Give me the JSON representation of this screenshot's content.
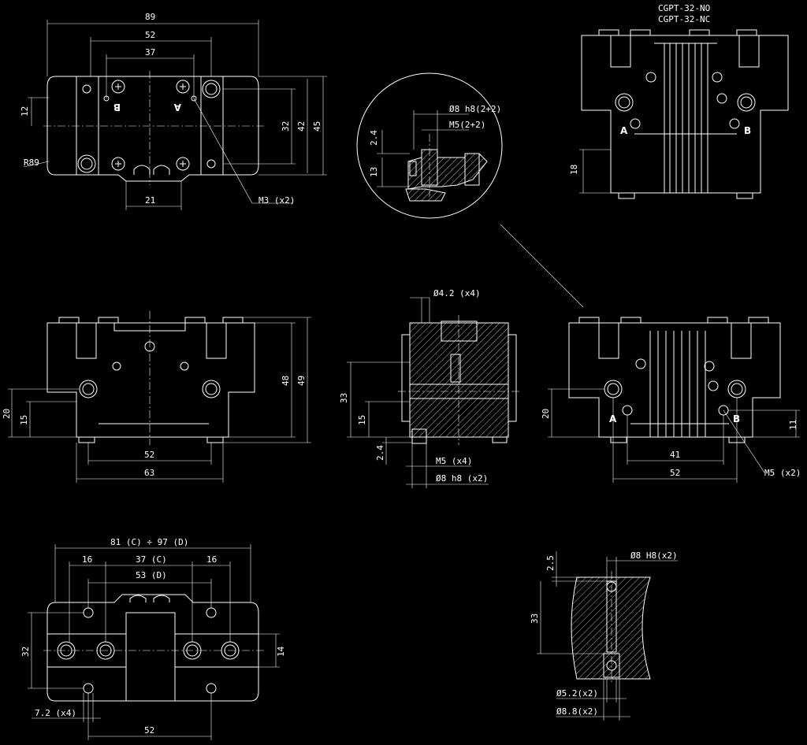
{
  "title_block": {
    "model_no": "CGPT-32-NO",
    "model_nc": "CGPT-32-NC"
  },
  "top_view": {
    "dim_89": "89",
    "dim_52": "52",
    "dim_37": "37",
    "dim_12": "12",
    "dim_32": "32",
    "dim_42": "42",
    "dim_45": "45",
    "dim_r89": "R89",
    "dim_21": "21",
    "callout_m3": "M3 (x2)",
    "port_a": "A",
    "port_b": "B"
  },
  "detail_view": {
    "dia_8_h8": "Ø8 h8(2+2)",
    "m5": "M5(2+2)",
    "dim_2_4": "2.4",
    "dim_13": "13"
  },
  "front_view": {
    "dim_20": "20",
    "dim_15": "15",
    "dim_48": "48",
    "dim_49": "49",
    "dim_52": "52",
    "dim_63": "63"
  },
  "side_section": {
    "dia_4_2": "Ø4.2 (x4)",
    "dim_33": "33",
    "dim_15": "15",
    "dim_2_4": "2.4",
    "m5": "M5 (x4)",
    "dia_8_h8": "Ø8 h8 (x2)"
  },
  "right_front_view": {
    "dim_20": "20",
    "dim_11": "11",
    "dim_41": "41",
    "dim_52": "52",
    "callout_m5": "M5 (x2)",
    "port_a": "A",
    "port_b": "B"
  },
  "bottom_view": {
    "dim_81_97": "81 (C) ÷ 97 (D)",
    "dim_16_l": "16",
    "dim_37c": "37 (C)",
    "dim_16_r": "16",
    "dim_53d": "53 (D)",
    "dim_32": "32",
    "dim_14": "14",
    "dim_7_2": "7.2 (x4)",
    "dim_52": "52"
  },
  "jaw_section": {
    "dim_2_5": "2.5",
    "dia_8_H8": "Ø8 H8(x2)",
    "dim_33": "33",
    "dia_5_2": "Ø5.2(x2)",
    "dia_8_8": "Ø8.8(x2)"
  }
}
